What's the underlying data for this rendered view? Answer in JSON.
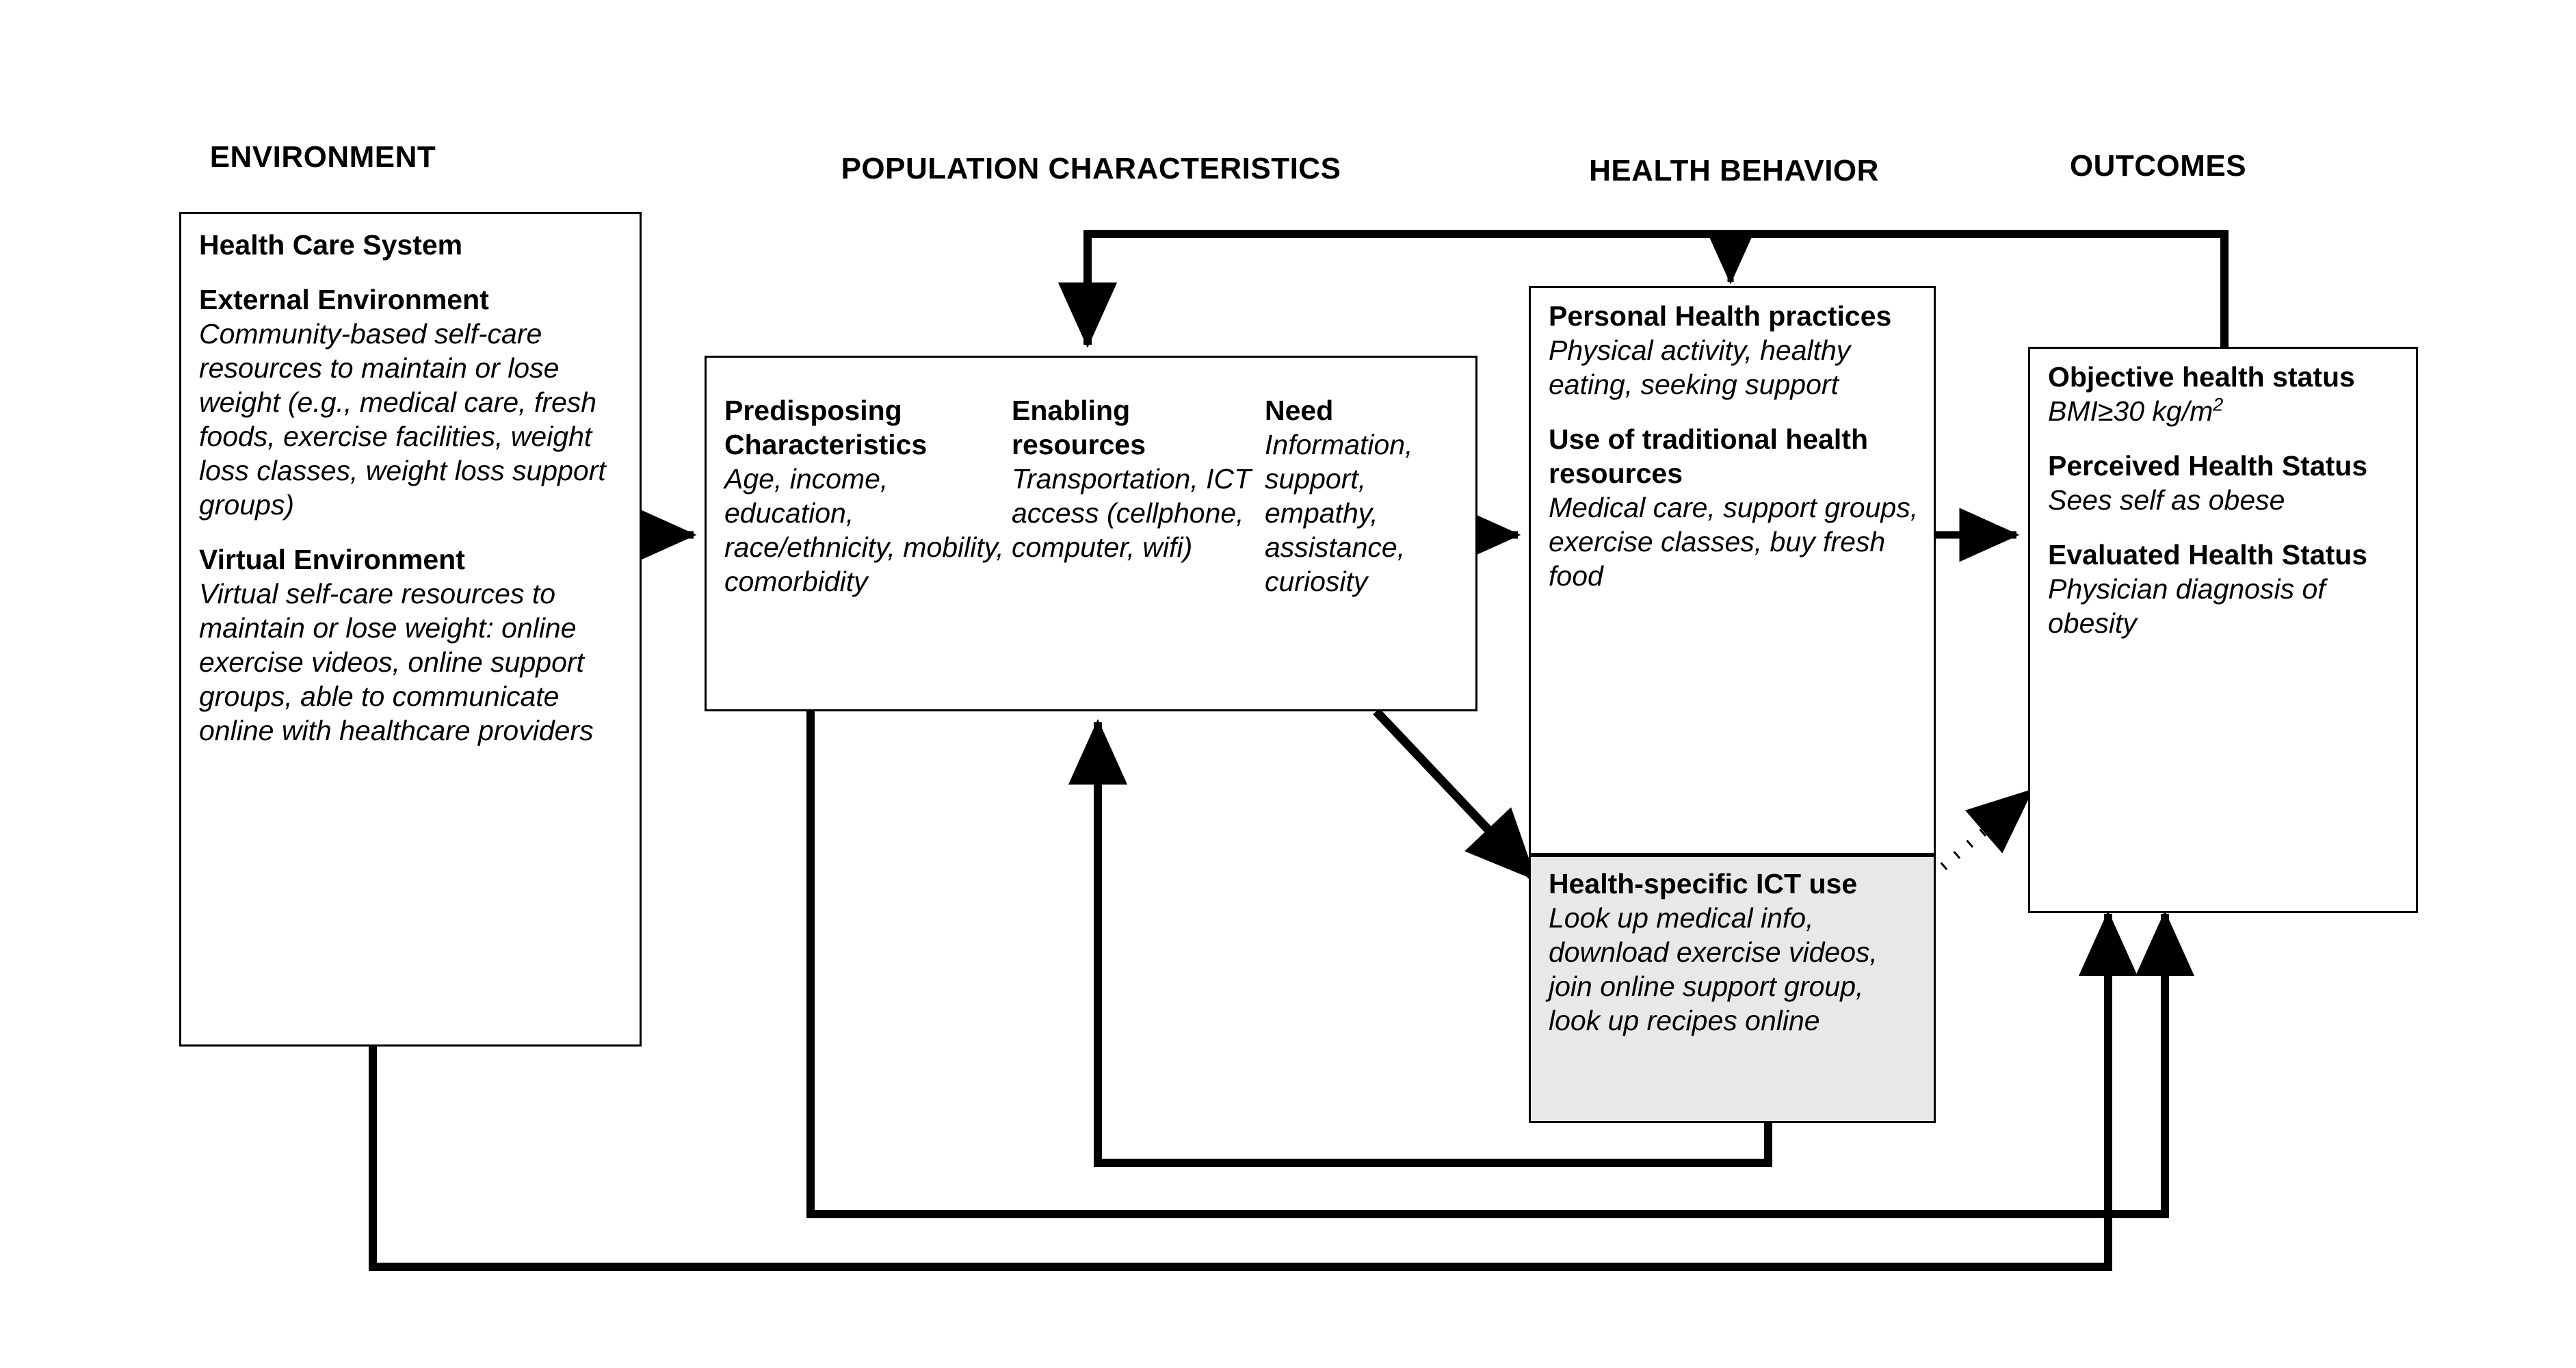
{
  "columns": [
    {
      "label": "ENVIRONMENT"
    },
    {
      "label": "POPULATION CHARACTERISTICS"
    },
    {
      "label": "HEALTH BEHAVIOR"
    },
    {
      "label": "OUTCOMES"
    }
  ],
  "environment_box": {
    "heading_1": "Health Care System",
    "heading_2": "External Environment",
    "body_2": "Community-based self-care resources to maintain or lose weight (e.g., medical care, fresh foods, exercise facilities, weight loss classes, weight loss support groups)",
    "heading_3": "Virtual Environment",
    "body_3": "Virtual self-care resources to maintain or lose weight: online exercise videos, online support groups, able to communicate online with healthcare providers"
  },
  "population_box": {
    "col1_heading": "Predisposing Characteristics",
    "col1_body": "Age, income, education, race/ethnicity, mobility, comorbidity",
    "col2_heading": "Enabling resources",
    "col2_body": "Transportation, ICT access (cellphone, computer, wifi)",
    "col3_heading": "Need",
    "col3_body": "Information, support, empathy, assistance, curiosity"
  },
  "behavior_box": {
    "heading_1": "Personal Health practices",
    "body_1": "Physical activity, healthy eating, seeking support",
    "heading_2": "Use of traditional health resources",
    "body_2": "Medical care, support groups, exercise classes, buy fresh food"
  },
  "ict_box": {
    "heading": "Health-specific ICT use",
    "body": "Look up medical info, download exercise videos, join online support group, look up recipes online",
    "fill_color": "#e8e8e8"
  },
  "outcomes_box": {
    "heading_1": "Objective health status",
    "body_1_prefix": "BMI≥30 kg/m",
    "body_1_sup": "2",
    "heading_2": "Perceived Health Status",
    "body_2": "Sees self as obese",
    "heading_3": "Evaluated Health Status",
    "body_3": "Physician diagnosis of obesity"
  },
  "connectors": {
    "stroke_color": "#000000",
    "environment_to_population": "solid-arrow-right",
    "population_to_behavior": "solid-arrow-right",
    "behavior_to_outcomes": "solid-arrow-right",
    "population_to_ict": "solid-diagonal-arrow",
    "ict_to_behavior": "dotted-arrow-up",
    "ict_to_outcomes": "dotted-double-arrow",
    "outcomes_feedback_top": "solid-arrow-down-to-population-and-behavior",
    "ict_feedback_bottom": "solid-arrow-up-to-population",
    "outcomes_feedback_bottom_inner": "solid-arrow-up-to-outcomes",
    "outcomes_feedback_bottom_outer": "solid-arrow-up-to-outcomes"
  }
}
